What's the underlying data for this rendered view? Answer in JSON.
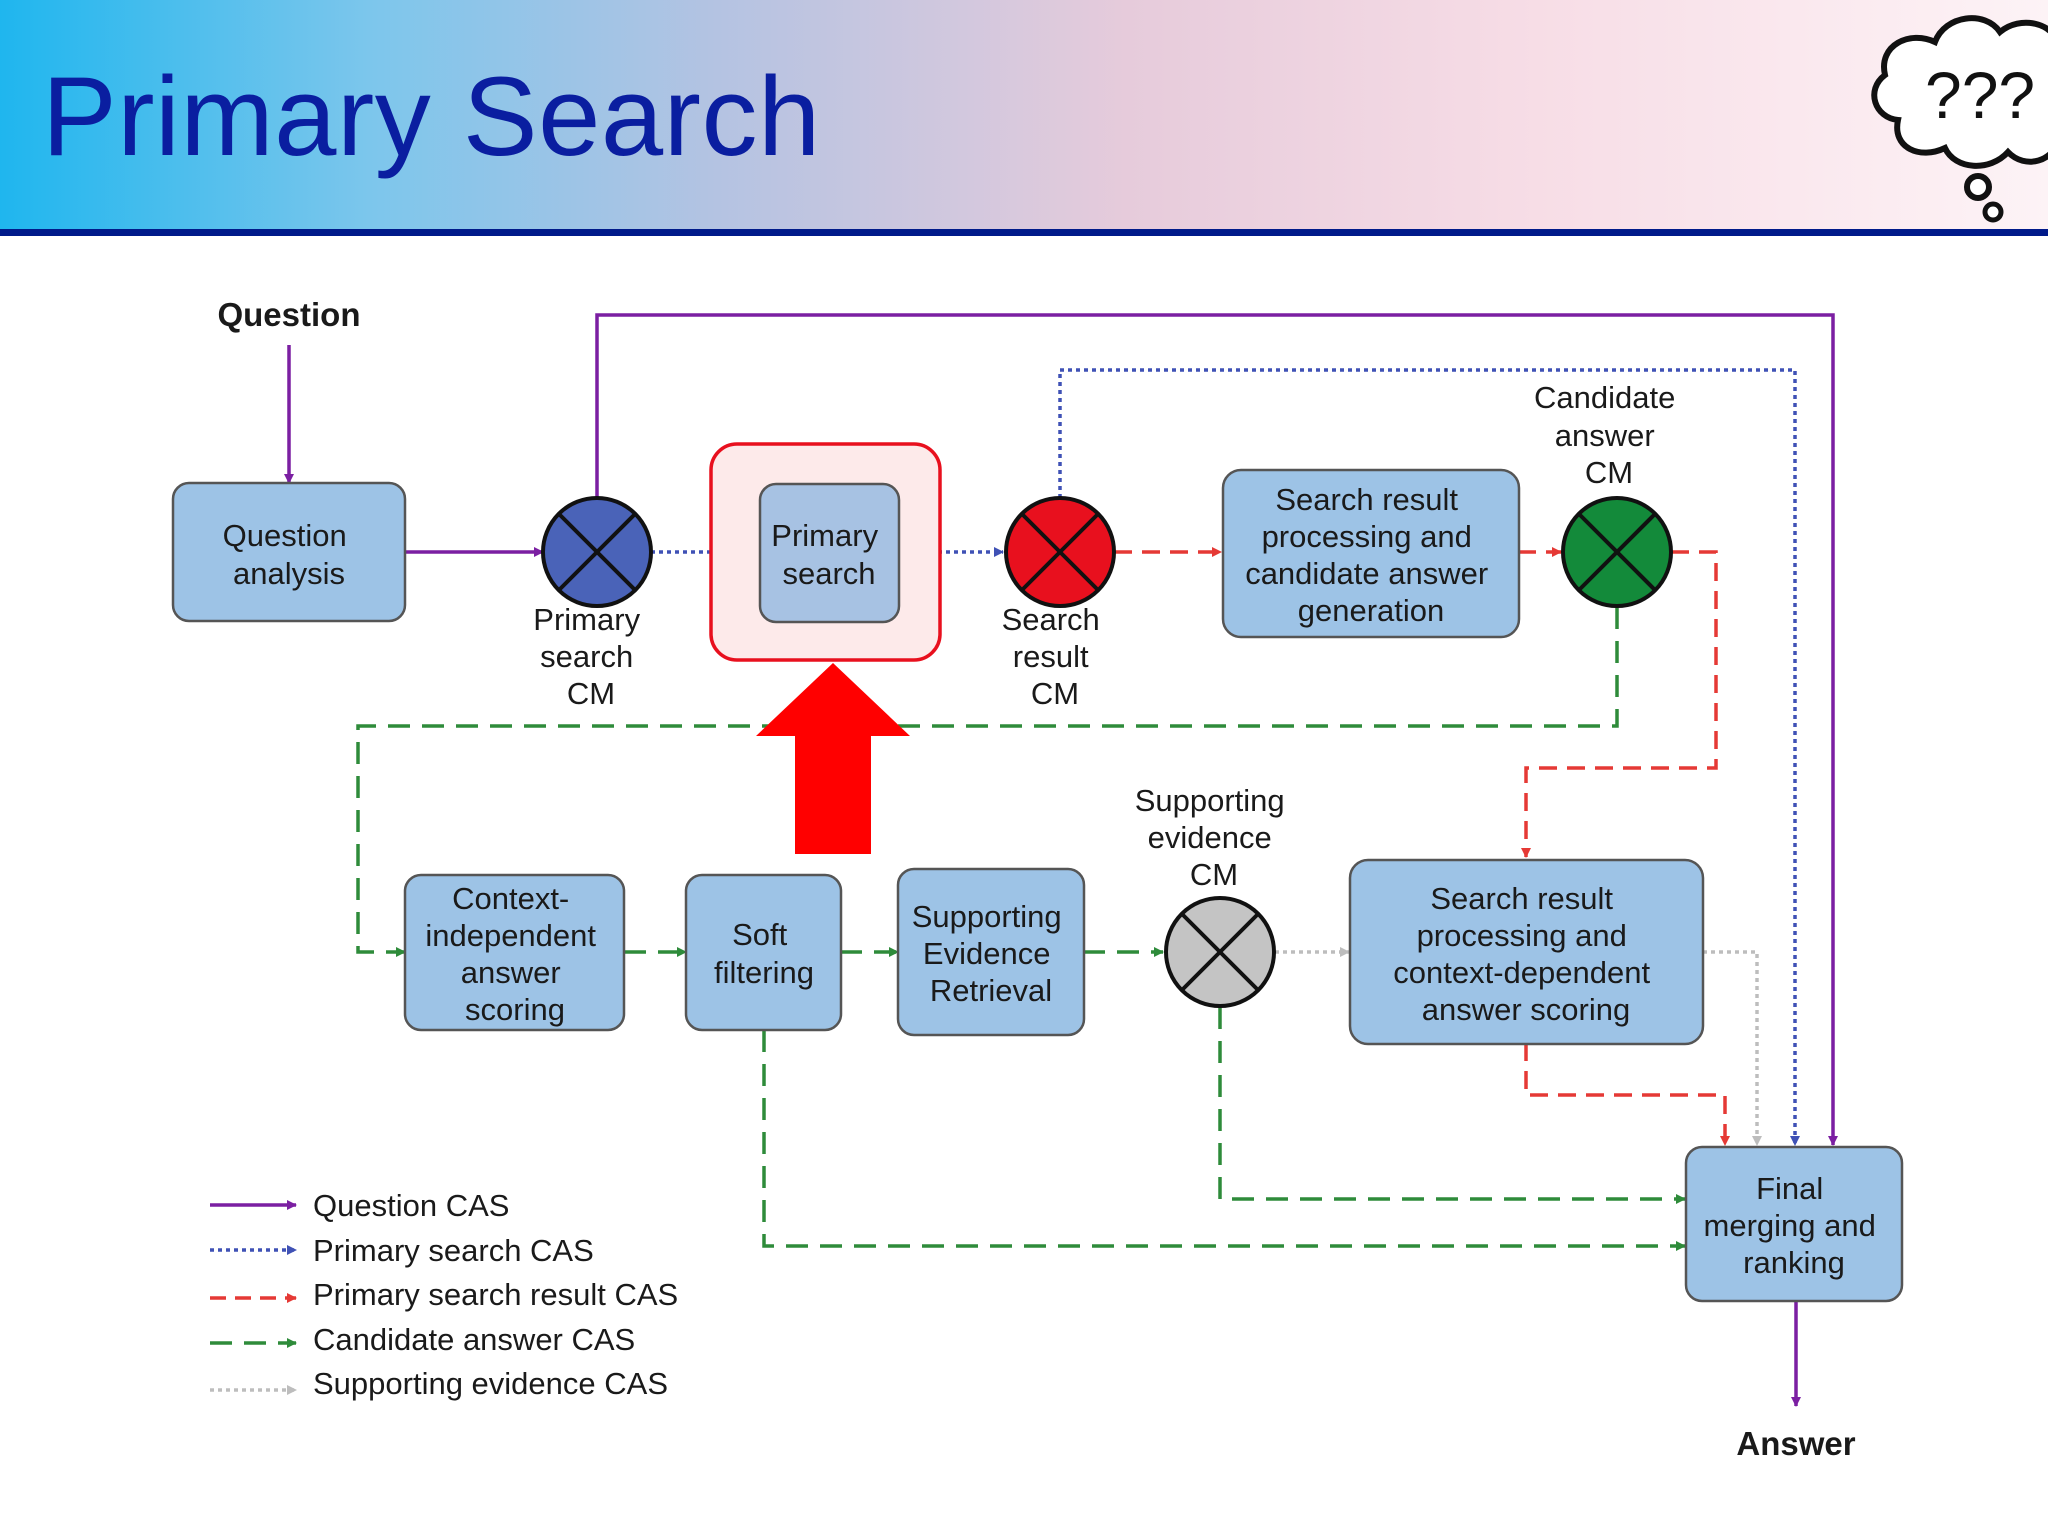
{
  "title": "Primary Search",
  "thought_bubble": {
    "text": "???",
    "icon": "thought-cloud-icon"
  },
  "diagram": {
    "input_label": "Question",
    "output_label": "Answer",
    "boxes": {
      "question_analysis": [
        "Question",
        "analysis"
      ],
      "primary_search": [
        "Primary",
        "search"
      ],
      "search_result_processing": [
        "Search result",
        "processing and",
        "candidate answer",
        "generation"
      ],
      "context_independent": [
        "Context-",
        "independent",
        "answer",
        "scoring"
      ],
      "soft_filtering": [
        "Soft",
        "filtering"
      ],
      "supporting_evidence": [
        "Supporting",
        "Evidence",
        "Retrieval"
      ],
      "context_dependent": [
        "Search result",
        "processing and",
        "context-dependent",
        "answer scoring"
      ],
      "final_merging": [
        "Final",
        "merging and",
        "ranking"
      ]
    },
    "cas_multipliers": {
      "primary_search_cm": {
        "label": [
          "Primary",
          "search",
          "CM"
        ],
        "color": "#4a63b8"
      },
      "search_result_cm": {
        "label": [
          "Search",
          "result",
          "CM"
        ],
        "color": "#e8101e"
      },
      "candidate_answer_cm": {
        "label": [
          "Candidate",
          "answer",
          "CM"
        ],
        "color": "#138a3a"
      },
      "supporting_evidence_cm": {
        "label": [
          "Supporting",
          "evidence",
          "CM"
        ],
        "color": "#c4c4c4"
      }
    },
    "highlight": {
      "target": "primary_search",
      "border_color": "#e8101e",
      "arrow_color": "#ff0000"
    }
  },
  "legend": [
    {
      "label": "Question CAS",
      "color": "#7b1fa2",
      "style": "solid"
    },
    {
      "label": "Primary search CAS",
      "color": "#3f51b5",
      "style": "dotted"
    },
    {
      "label": "Primary search result CAS",
      "color": "#e53935",
      "style": "dashed"
    },
    {
      "label": "Candidate answer CAS",
      "color": "#2e8b3a",
      "style": "dashed"
    },
    {
      "label": "Supporting evidence CAS",
      "color": "#bdbdbd",
      "style": "dotted"
    }
  ]
}
